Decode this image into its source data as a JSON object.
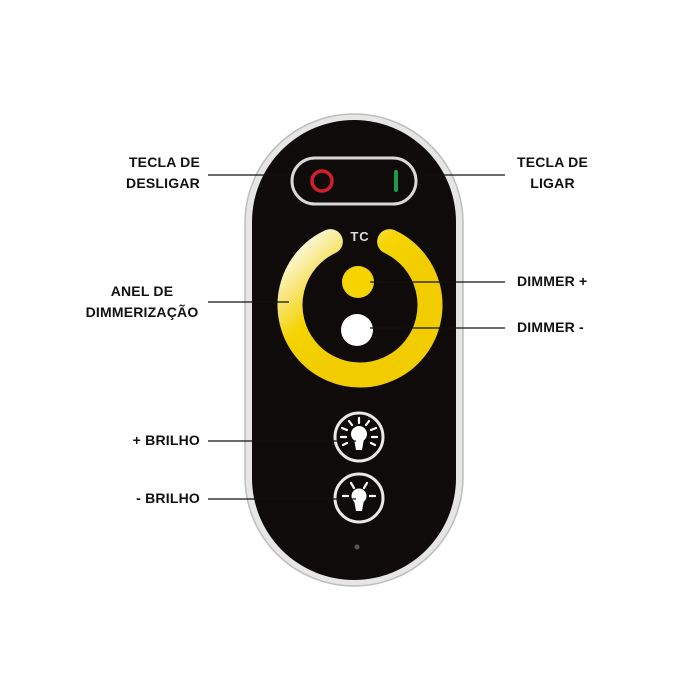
{
  "device": {
    "model_text": "TC",
    "colors": {
      "body": "#0f0b0b",
      "ring_yellow": "#f5d400",
      "power_off": "#d21f2a",
      "power_on": "#1f9a4a"
    }
  },
  "callouts": {
    "off_key": {
      "line1": "TECLA DE",
      "line2": "DESLIGAR"
    },
    "on_key": {
      "line1": "TECLA DE",
      "line2": "LIGAR"
    },
    "ring": {
      "line1": "ANEL DE",
      "line2": "DIMMERIZAÇÃO"
    },
    "dimmer_plus": "DIMMER +",
    "dimmer_minus": "DIMMER -",
    "brightness_plus": "+ BRILHO",
    "brightness_minus": "- BRILHO"
  }
}
